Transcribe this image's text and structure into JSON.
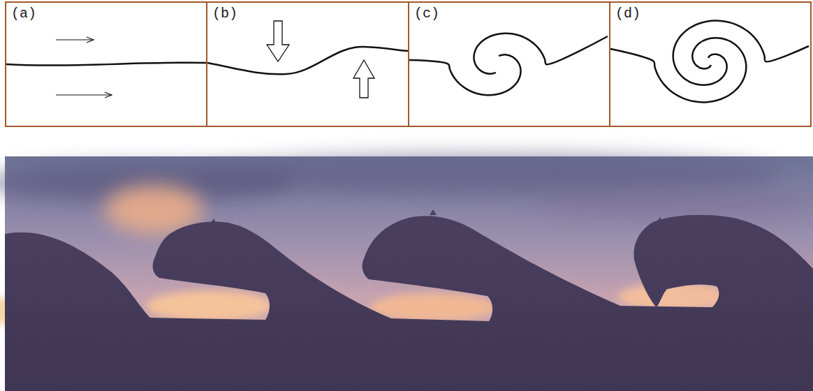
{
  "diagram": {
    "nodes": [
      {
        "text": [
          "(a)"
        ]
      },
      {
        "text": [
          "(b)"
        ]
      },
      {
        "text": [
          "(c)"
        ]
      },
      {
        "text": [
          "(d)"
        ]
      }
    ]
  }
}
